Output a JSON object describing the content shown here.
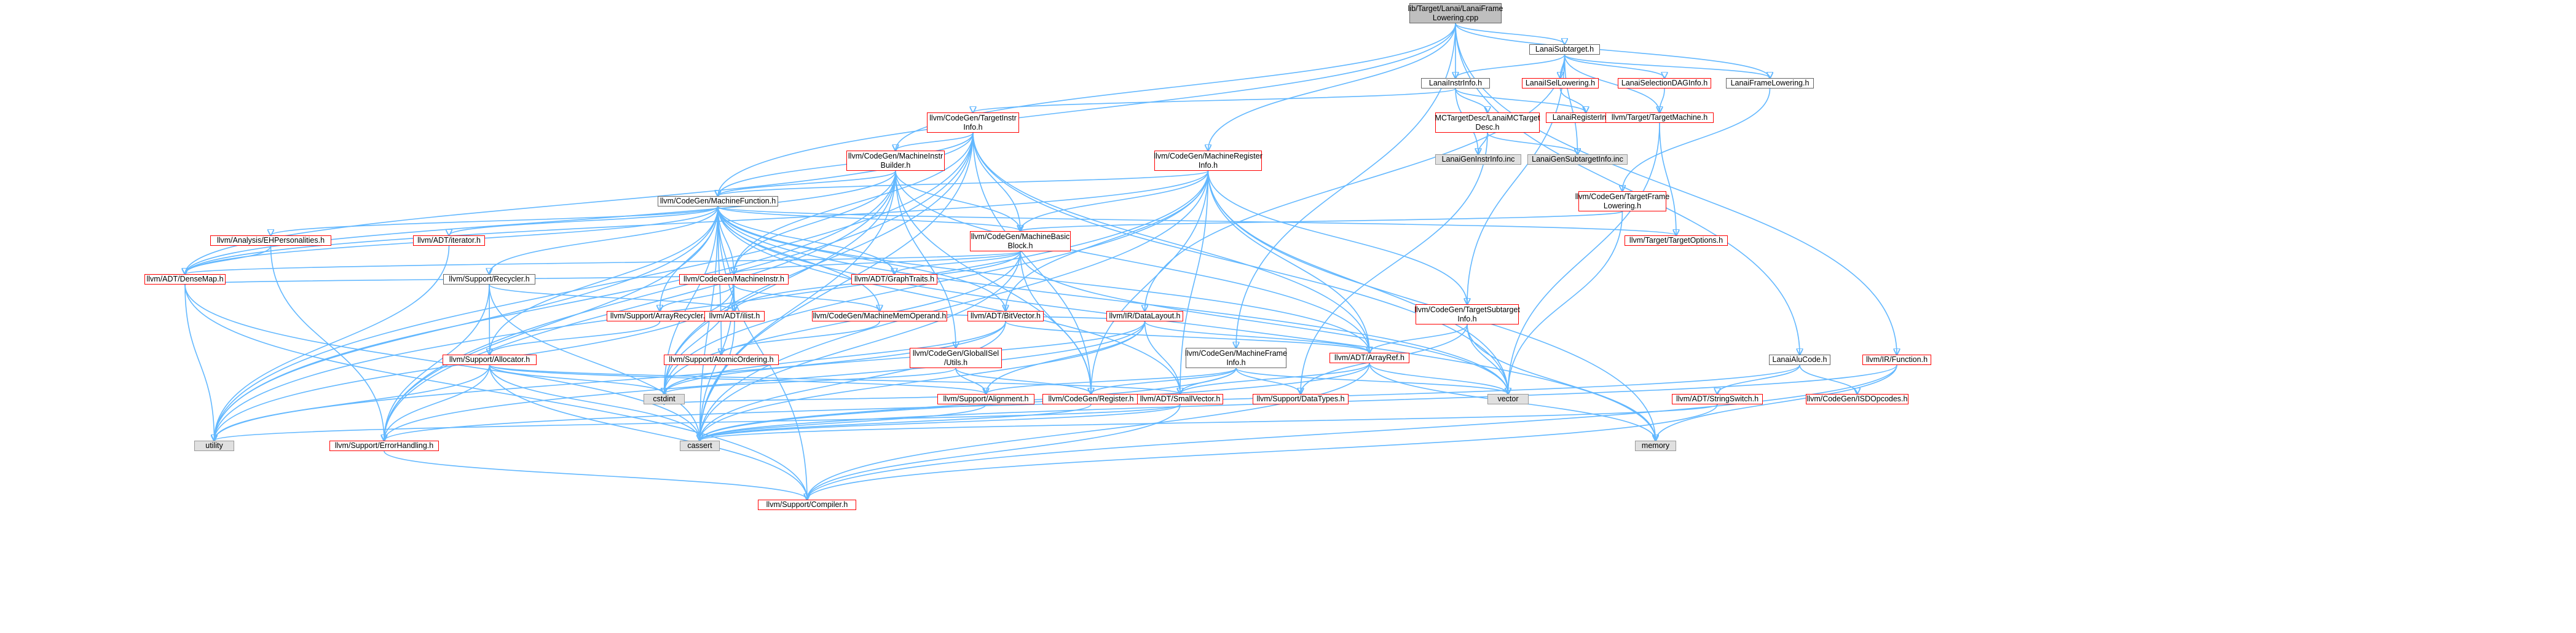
{
  "graph": {
    "edge_color": "#63b8ff",
    "node_border_black": "#666666",
    "node_border_red": "#ff0000",
    "node_fill_grey": "#e0e0e0",
    "node_fill_root": "#bfbfbf",
    "nodes": [
      {
        "id": "root",
        "label": "lib/Target/Lanai/LanaiFrame\nLowering.cpp",
        "style": "root"
      },
      {
        "id": "lanaisubtarget",
        "label": "LanaiSubtarget.h",
        "style": "black"
      },
      {
        "id": "lanaiinstrinfo",
        "label": "LanaiInstrInfo.h",
        "style": "black"
      },
      {
        "id": "lanaisellowering",
        "label": "LanaiISelLowering.h",
        "style": "red"
      },
      {
        "id": "lanaiseldag",
        "label": "LanaiSelectionDAGInfo.h",
        "style": "red"
      },
      {
        "id": "lanaiframelowering",
        "label": "LanaiFrameLowering.h",
        "style": "black"
      },
      {
        "id": "targetinstrinfo",
        "label": "llvm/CodeGen/TargetInstr\nInfo.h",
        "style": "red"
      },
      {
        "id": "mctargetdesc",
        "label": "MCTargetDesc/LanaiMCTarget\nDesc.h",
        "style": "red"
      },
      {
        "id": "lanairegisterinfo",
        "label": "LanaiRegisterInfo.h",
        "style": "red"
      },
      {
        "id": "targetmachine",
        "label": "llvm/Target/TargetMachine.h",
        "style": "red"
      },
      {
        "id": "lanaigeninstrinfo",
        "label": "LanaiGenInstrInfo.inc",
        "style": "grey"
      },
      {
        "id": "lanaigensubtarget",
        "label": "LanaiGenSubtargetInfo.inc",
        "style": "grey"
      },
      {
        "id": "mibuilder",
        "label": "llvm/CodeGen/MachineInstr\nBuilder.h",
        "style": "red"
      },
      {
        "id": "mregisterinfo",
        "label": "llvm/CodeGen/MachineRegister\nInfo.h",
        "style": "red"
      },
      {
        "id": "machinefunction",
        "label": "llvm/CodeGen/MachineFunction.h",
        "style": "black"
      },
      {
        "id": "targetframelowering",
        "label": "llvm/CodeGen/TargetFrame\nLowering.h",
        "style": "red"
      },
      {
        "id": "machinebasicblock",
        "label": "llvm/CodeGen/MachineBasic\nBlock.h",
        "style": "red"
      },
      {
        "id": "targetoptions",
        "label": "llvm/Target/TargetOptions.h",
        "style": "red"
      },
      {
        "id": "ehpersonalities",
        "label": "llvm/Analysis/EHPersonalities.h",
        "style": "red"
      },
      {
        "id": "iterator",
        "label": "llvm/ADT/iterator.h",
        "style": "red"
      },
      {
        "id": "densemap",
        "label": "llvm/ADT/DenseMap.h",
        "style": "red"
      },
      {
        "id": "recycler",
        "label": "llvm/Support/Recycler.h",
        "style": "black"
      },
      {
        "id": "machineinstr",
        "label": "llvm/CodeGen/MachineInstr.h",
        "style": "red"
      },
      {
        "id": "graphtraits",
        "label": "llvm/ADT/GraphTraits.h",
        "style": "red"
      },
      {
        "id": "arrayrecycler",
        "label": "llvm/Support/ArrayRecycler.h",
        "style": "red"
      },
      {
        "id": "ilist",
        "label": "llvm/ADT/ilist.h",
        "style": "red"
      },
      {
        "id": "memoperand",
        "label": "llvm/CodeGen/MachineMemOperand.h",
        "style": "red"
      },
      {
        "id": "bitvector",
        "label": "llvm/ADT/BitVector.h",
        "style": "red"
      },
      {
        "id": "datalayout",
        "label": "llvm/IR/DataLayout.h",
        "style": "red"
      },
      {
        "id": "tsubtargetinfo",
        "label": "llvm/CodeGen/TargetSubtarget\nInfo.h",
        "style": "red"
      },
      {
        "id": "allocator",
        "label": "llvm/Support/Allocator.h",
        "style": "red"
      },
      {
        "id": "atomicordering",
        "label": "llvm/Support/AtomicOrdering.h",
        "style": "red"
      },
      {
        "id": "globalisel",
        "label": "llvm/CodeGen/GlobalISel\n/Utils.h",
        "style": "red"
      },
      {
        "id": "mframeinfo",
        "label": "llvm/CodeGen/MachineFrame\nInfo.h",
        "style": "black"
      },
      {
        "id": "arrayref",
        "label": "llvm/ADT/ArrayRef.h",
        "style": "red"
      },
      {
        "id": "lanaialucode",
        "label": "LanaiAluCode.h",
        "style": "black"
      },
      {
        "id": "irfunction",
        "label": "llvm/IR/Function.h",
        "style": "red"
      },
      {
        "id": "cstdint",
        "label": "cstdint",
        "style": "grey"
      },
      {
        "id": "alignment",
        "label": "llvm/Support/Alignment.h",
        "style": "red"
      },
      {
        "id": "cgregister",
        "label": "llvm/CodeGen/Register.h",
        "style": "red"
      },
      {
        "id": "smallvector",
        "label": "llvm/ADT/SmallVector.h",
        "style": "red"
      },
      {
        "id": "datatypes",
        "label": "llvm/Support/DataTypes.h",
        "style": "red"
      },
      {
        "id": "vector",
        "label": "vector",
        "style": "grey"
      },
      {
        "id": "stringswitch",
        "label": "llvm/ADT/StringSwitch.h",
        "style": "red"
      },
      {
        "id": "isdopcodes",
        "label": "llvm/CodeGen/ISDOpcodes.h",
        "style": "red"
      },
      {
        "id": "utility",
        "label": "utility",
        "style": "grey"
      },
      {
        "id": "errorhandling",
        "label": "llvm/Support/ErrorHandling.h",
        "style": "red"
      },
      {
        "id": "cassert",
        "label": "cassert",
        "style": "grey"
      },
      {
        "id": "memory",
        "label": "memory",
        "style": "grey"
      },
      {
        "id": "compiler",
        "label": "llvm/Support/Compiler.h",
        "style": "red"
      }
    ],
    "edges": [
      [
        "root",
        "lanaisubtarget"
      ],
      [
        "root",
        "lanaiinstrinfo"
      ],
      [
        "root",
        "lanaiframelowering"
      ],
      [
        "root",
        "mibuilder"
      ],
      [
        "root",
        "mregisterinfo"
      ],
      [
        "root",
        "machinefunction"
      ],
      [
        "root",
        "lanaialucode"
      ],
      [
        "root",
        "irfunction"
      ],
      [
        "root",
        "mframeinfo"
      ],
      [
        "lanaisubtarget",
        "lanaiinstrinfo"
      ],
      [
        "lanaisubtarget",
        "lanaisellowering"
      ],
      [
        "lanaisubtarget",
        "lanaiseldag"
      ],
      [
        "lanaisubtarget",
        "lanaiframelowering"
      ],
      [
        "lanaisubtarget",
        "targetmachine"
      ],
      [
        "lanaisubtarget",
        "lanaigensubtarget"
      ],
      [
        "lanaisubtarget",
        "tsubtargetinfo"
      ],
      [
        "lanaisubtarget",
        "datalayout"
      ],
      [
        "lanaiinstrinfo",
        "targetinstrinfo"
      ],
      [
        "lanaiinstrinfo",
        "mctargetdesc"
      ],
      [
        "lanaiinstrinfo",
        "lanairegisterinfo"
      ],
      [
        "lanaiinstrinfo",
        "lanaigeninstrinfo"
      ],
      [
        "lanaisellowering",
        "lanairegisterinfo"
      ],
      [
        "lanaiseldag",
        "targetmachine"
      ],
      [
        "lanaiframelowering",
        "targetframelowering"
      ],
      [
        "mctargetdesc",
        "lanaigeninstrinfo"
      ],
      [
        "mctargetdesc",
        "lanaigensubtarget"
      ],
      [
        "mctargetdesc",
        "datatypes"
      ],
      [
        "targetmachine",
        "targetoptions"
      ],
      [
        "targetmachine",
        "vector"
      ],
      [
        "targetinstrinfo",
        "mibuilder"
      ],
      [
        "targetinstrinfo",
        "machinefunction"
      ],
      [
        "targetinstrinfo",
        "machinebasicblock"
      ],
      [
        "targetinstrinfo",
        "machineinstr"
      ],
      [
        "targetinstrinfo",
        "densemap"
      ],
      [
        "targetinstrinfo",
        "arrayref"
      ],
      [
        "targetinstrinfo",
        "utility"
      ],
      [
        "targetinstrinfo",
        "cassert"
      ],
      [
        "targetinstrinfo",
        "errorhandling"
      ],
      [
        "targetinstrinfo",
        "cstdint"
      ],
      [
        "targetinstrinfo",
        "vector"
      ],
      [
        "targetinstrinfo",
        "cgregister"
      ],
      [
        "mibuilder",
        "machinefunction"
      ],
      [
        "mibuilder",
        "machinebasicblock"
      ],
      [
        "mibuilder",
        "machineinstr"
      ],
      [
        "mibuilder",
        "globalisel"
      ],
      [
        "mibuilder",
        "arrayref"
      ],
      [
        "mibuilder",
        "errorhandling"
      ],
      [
        "mibuilder",
        "cassert"
      ],
      [
        "mibuilder",
        "cstdint"
      ],
      [
        "mibuilder",
        "utility"
      ],
      [
        "mibuilder",
        "densemap"
      ],
      [
        "mibuilder",
        "cgregister"
      ],
      [
        "mregisterinfo",
        "machinefunction"
      ],
      [
        "mregisterinfo",
        "machinebasicblock"
      ],
      [
        "mregisterinfo",
        "bitvector"
      ],
      [
        "mregisterinfo",
        "tsubtargetinfo"
      ],
      [
        "mregisterinfo",
        "arrayref"
      ],
      [
        "mregisterinfo",
        "smallvector"
      ],
      [
        "mregisterinfo",
        "cassert"
      ],
      [
        "mregisterinfo",
        "vector"
      ],
      [
        "mregisterinfo",
        "memory"
      ],
      [
        "mregisterinfo",
        "utility"
      ],
      [
        "mregisterinfo",
        "cstdint"
      ],
      [
        "mregisterinfo",
        "densemap"
      ],
      [
        "mregisterinfo",
        "cgregister"
      ],
      [
        "machinefunction",
        "ehpersonalities"
      ],
      [
        "machinefunction",
        "iterator"
      ],
      [
        "machinefunction",
        "densemap"
      ],
      [
        "machinefunction",
        "recycler"
      ],
      [
        "machinefunction",
        "machineinstr"
      ],
      [
        "machinefunction",
        "machinebasicblock"
      ],
      [
        "machinefunction",
        "graphtraits"
      ],
      [
        "machinefunction",
        "arrayrecycler"
      ],
      [
        "machinefunction",
        "ilist"
      ],
      [
        "machinefunction",
        "memoperand"
      ],
      [
        "machinefunction",
        "bitvector"
      ],
      [
        "machinefunction",
        "allocator"
      ],
      [
        "machinefunction",
        "atomicordering"
      ],
      [
        "machinefunction",
        "arrayref"
      ],
      [
        "machinefunction",
        "smallvector"
      ],
      [
        "machinefunction",
        "targetoptions"
      ],
      [
        "machinefunction",
        "errorhandling"
      ],
      [
        "machinefunction",
        "compiler"
      ],
      [
        "machinefunction",
        "cassert"
      ],
      [
        "machinefunction",
        "cstdint"
      ],
      [
        "machinefunction",
        "memory"
      ],
      [
        "machinefunction",
        "utility"
      ],
      [
        "machinefunction",
        "vector"
      ],
      [
        "targetframelowering",
        "machinebasicblock"
      ],
      [
        "targetframelowering",
        "vector"
      ],
      [
        "machinebasicblock",
        "machineinstr"
      ],
      [
        "machinebasicblock",
        "graphtraits"
      ],
      [
        "machinebasicblock",
        "ilist"
      ],
      [
        "machinebasicblock",
        "cassert"
      ],
      [
        "machinebasicblock",
        "cstdint"
      ],
      [
        "machinebasicblock",
        "vector"
      ],
      [
        "machinebasicblock",
        "cgregister"
      ],
      [
        "machinebasicblock",
        "densemap"
      ],
      [
        "ehpersonalities",
        "densemap"
      ],
      [
        "ehpersonalities",
        "errorhandling"
      ],
      [
        "iterator",
        "utility"
      ],
      [
        "densemap",
        "utility"
      ],
      [
        "densemap",
        "cassert"
      ],
      [
        "densemap",
        "compiler"
      ],
      [
        "recycler",
        "allocator"
      ],
      [
        "recycler",
        "ilist"
      ],
      [
        "recycler",
        "cassert"
      ],
      [
        "recycler",
        "errorhandling"
      ],
      [
        "machineinstr",
        "arrayrecycler"
      ],
      [
        "machineinstr",
        "ilist"
      ],
      [
        "machineinstr",
        "memoperand"
      ],
      [
        "machineinstr",
        "cstdint"
      ],
      [
        "machineinstr",
        "utility"
      ],
      [
        "machineinstr",
        "cassert"
      ],
      [
        "machineinstr",
        "densemap"
      ],
      [
        "arrayrecycler",
        "allocator"
      ],
      [
        "ilist",
        "cassert"
      ],
      [
        "memoperand",
        "atomicordering"
      ],
      [
        "memoperand",
        "datalayout"
      ],
      [
        "bitvector",
        "cassert"
      ],
      [
        "bitvector",
        "cstdint"
      ],
      [
        "bitvector",
        "utility"
      ],
      [
        "bitvector",
        "arrayref"
      ],
      [
        "datalayout",
        "arrayref"
      ],
      [
        "datalayout",
        "smallvector"
      ],
      [
        "datalayout",
        "alignment"
      ],
      [
        "datalayout",
        "errorhandling"
      ],
      [
        "datalayout",
        "cassert"
      ],
      [
        "datalayout",
        "cstdint"
      ],
      [
        "tsubtargetinfo",
        "arrayref"
      ],
      [
        "tsubtargetinfo",
        "datatypes"
      ],
      [
        "tsubtargetinfo",
        "memory"
      ],
      [
        "tsubtargetinfo",
        "vector"
      ],
      [
        "allocator",
        "alignment"
      ],
      [
        "allocator",
        "errorhandling"
      ],
      [
        "allocator",
        "compiler"
      ],
      [
        "allocator",
        "cassert"
      ],
      [
        "allocator",
        "cstdint"
      ],
      [
        "allocator",
        "utility"
      ],
      [
        "allocator",
        "smallvector"
      ],
      [
        "globalisel",
        "alignment"
      ],
      [
        "globalisel",
        "cgregister"
      ],
      [
        "globalisel",
        "cstdint"
      ],
      [
        "mframeinfo",
        "smallvector"
      ],
      [
        "mframeinfo",
        "alignment"
      ],
      [
        "mframeinfo",
        "datatypes"
      ],
      [
        "mframeinfo",
        "cassert"
      ],
      [
        "mframeinfo",
        "vector"
      ],
      [
        "mframeinfo",
        "cgregister"
      ],
      [
        "arrayref",
        "smallvector"
      ],
      [
        "arrayref",
        "compiler"
      ],
      [
        "arrayref",
        "cassert"
      ],
      [
        "arrayref",
        "vector"
      ],
      [
        "arrayref",
        "memory"
      ],
      [
        "lanaialucode",
        "stringswitch"
      ],
      [
        "lanaialucode",
        "isdopcodes"
      ],
      [
        "lanaialucode",
        "errorhandling"
      ],
      [
        "irfunction",
        "compiler"
      ],
      [
        "irfunction",
        "memory"
      ],
      [
        "irfunction",
        "cassert"
      ],
      [
        "alignment",
        "cassert"
      ],
      [
        "alignment",
        "cstdint"
      ],
      [
        "cgregister",
        "cassert"
      ],
      [
        "smallvector",
        "compiler"
      ],
      [
        "smallvector",
        "cassert"
      ],
      [
        "smallvector",
        "utility"
      ],
      [
        "stringswitch",
        "compiler"
      ],
      [
        "stringswitch",
        "cassert"
      ],
      [
        "errorhandling",
        "compiler"
      ]
    ]
  }
}
